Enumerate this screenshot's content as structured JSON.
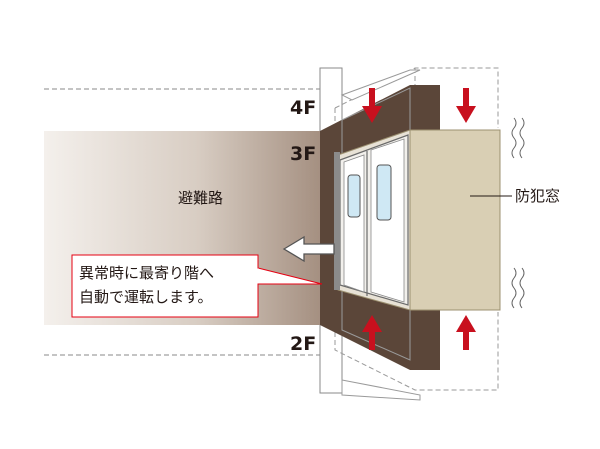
{
  "floors": {
    "upper": "4F",
    "current": "3F",
    "lower": "2F"
  },
  "labels": {
    "evacuation_route": "避難路",
    "security_window": "防犯窓"
  },
  "callout": {
    "line1": "異常時に最寄り階へ",
    "line2": "自動で運転します。"
  },
  "colors": {
    "shaft_dark": "#5a4538",
    "corridor_dark": "#a99686",
    "corridor_light": "#f6f2ee",
    "arrow_red": "#c8101e",
    "cabin_box": "#d9cfb4",
    "callout_border": "#e60012",
    "glass": "#cfe8f4"
  }
}
